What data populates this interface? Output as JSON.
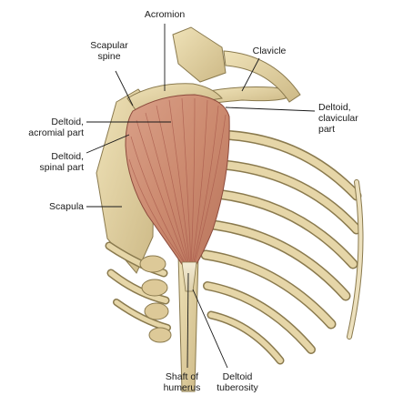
{
  "figure": {
    "colors": {
      "bone": "#e6d6a8",
      "bone_shade": "#c9b47c",
      "bone_outline": "#8a7a4e",
      "muscle": "#cf8d73",
      "muscle_fiber": "#a8584a",
      "tendon": "#efe6cc",
      "leader_line": "#1a1a1a"
    },
    "icons": [
      "shoulder-skeleton-illustration",
      "deltoid-muscle-illustration"
    ]
  },
  "labels": {
    "acromion": "Acromion",
    "scapular_spine": {
      "line1": "Scapular",
      "line2": "spine"
    },
    "clavicle": "Clavicle",
    "deltoid_acromial": {
      "line1": "Deltoid,",
      "line2": "acromial part"
    },
    "deltoid_clavicular": {
      "line1": "Deltoid,",
      "line2": "clavicular",
      "line3": "part"
    },
    "deltoid_spinal": {
      "line1": "Deltoid,",
      "line2": "spinal part"
    },
    "scapula": "Scapula",
    "shaft_of_humerus": {
      "line1": "Shaft of",
      "line2": "humerus"
    },
    "deltoid_tuberosity": {
      "line1": "Deltoid",
      "line2": "tuberosity"
    }
  }
}
